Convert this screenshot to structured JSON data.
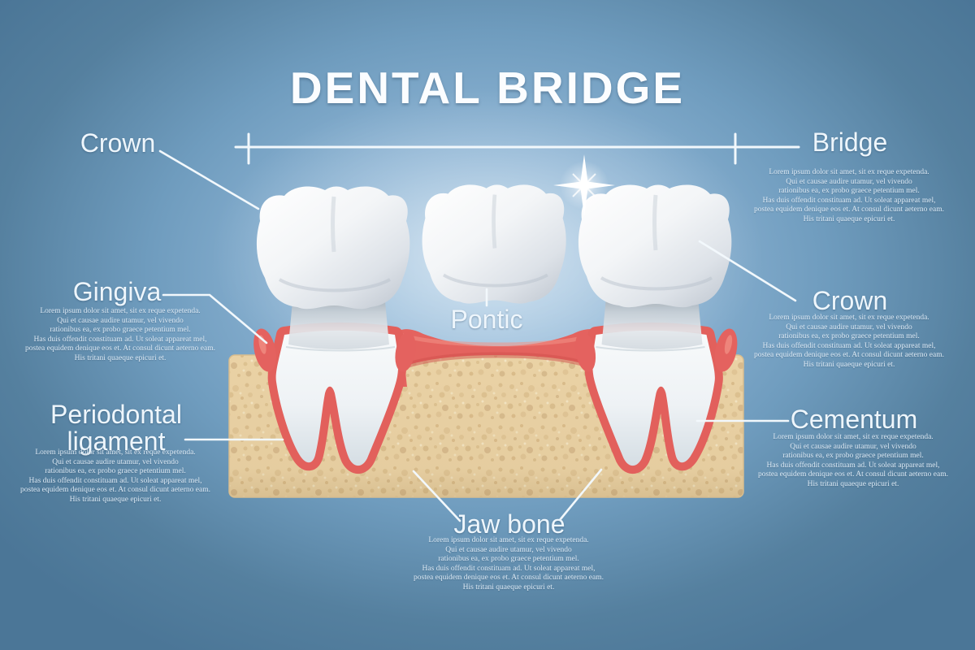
{
  "title": "DENTAL BRIDGE",
  "body_text": "Lorem ipsum dolor sit amet, sit ex reque expetenda.\nQui et causae audire utamur, vel vivendo\nrationibus ea, ex probo graece petentium mel.\nHas duis offendit constituam ad. Ut soleat appareat mel,\npostea equidem denique eos et. At consul dicunt aeterno eam.\nHis tritani quaeque epicuri et.",
  "labels": {
    "crown_left": "Crown",
    "bridge": "Bridge",
    "gingiva": "Gingiva",
    "periodontal_ligament": "Periodontal\nligament",
    "pontic": "Pontic",
    "crown_right": "Crown",
    "cementum": "Cementum",
    "jaw_bone": "Jaw bone"
  },
  "colors": {
    "background_outer": "#4b7697",
    "background_center": "#a6c8e3",
    "gum_red": "#e4635f",
    "gum_red_dark": "#cf4f4b",
    "gum_red_light": "#f29387",
    "bone_beige": "#ead2a5",
    "bone_spot": "#d8ba88",
    "tooth_white": "#ffffff",
    "tooth_shade": "#c6cdd6",
    "leader_line": "#f2f8fc",
    "paragraph_text": "#dce9f4"
  }
}
